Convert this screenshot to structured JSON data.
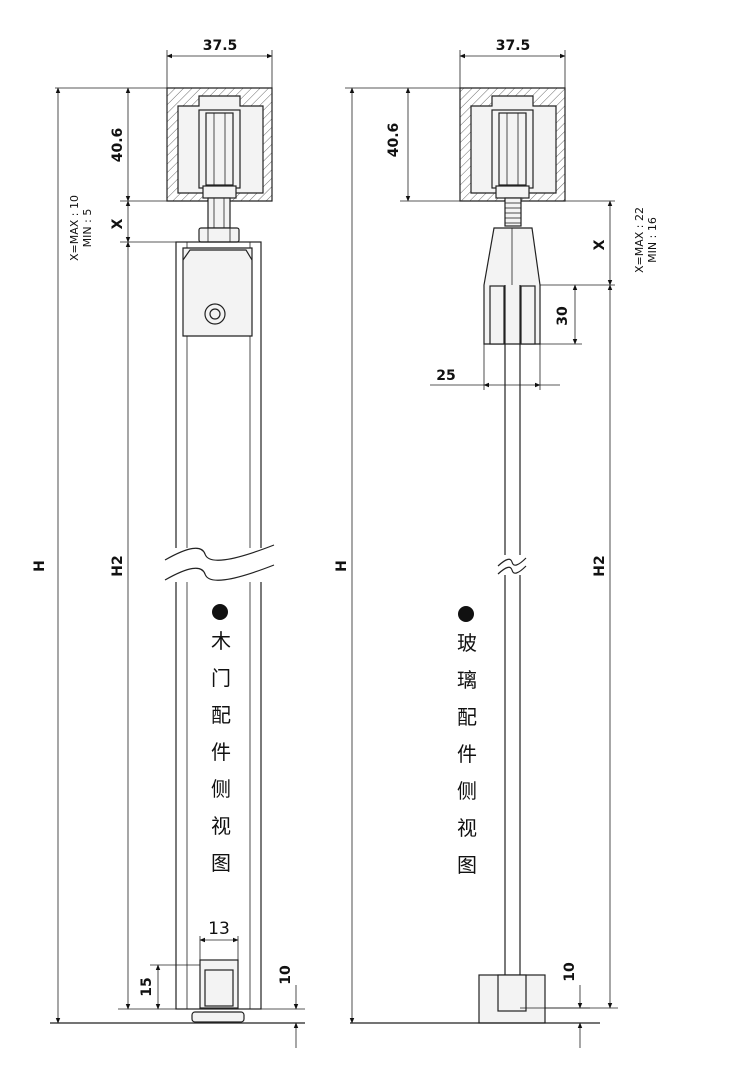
{
  "left_view": {
    "caption_chars": [
      "木",
      "门",
      "配",
      "件",
      "侧",
      "视",
      "图"
    ],
    "dim_width": "37.5",
    "dim_height": "40.6",
    "dim_x": "X",
    "x_note_line1": "X=MAX : 10",
    "x_note_line2": "MIN : 5",
    "dim_H": "H",
    "dim_H2": "H2",
    "dim_guide_width": "13",
    "dim_guide_height": "15",
    "dim_floor": "10"
  },
  "right_view": {
    "caption_chars": [
      "玻",
      "璃",
      "配",
      "件",
      "侧",
      "视",
      "图"
    ],
    "dim_width": "37.5",
    "dim_height": "40.6",
    "dim_x": "X",
    "x_note_line1": "X=MAX : 22",
    "x_note_line2": "MIN : 16",
    "dim_clamp_height": "30",
    "dim_clamp_width": "25",
    "dim_H": "H",
    "dim_H2": "H2",
    "dim_floor": "10"
  }
}
